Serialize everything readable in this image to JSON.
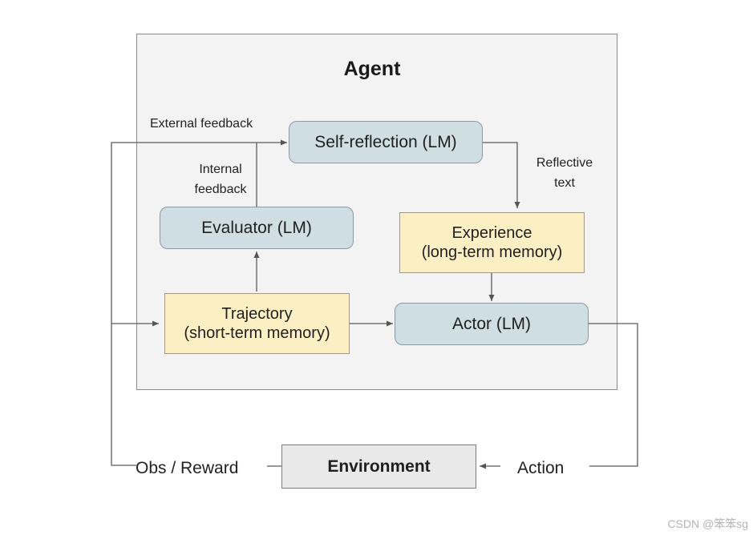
{
  "agent_title": "Agent",
  "nodes": {
    "self_reflection": "Self-reflection (LM)",
    "evaluator": "Evaluator (LM)",
    "experience_line1": "Experience",
    "experience_line2": "(long-term memory)",
    "trajectory_line1": "Trajectory",
    "trajectory_line2": "(short-term memory)",
    "actor": "Actor (LM)",
    "environment": "Environment"
  },
  "edge_labels": {
    "external_feedback": "External feedback",
    "internal_feedback_line1": "Internal",
    "internal_feedback_line2": "feedback",
    "reflective_text_line1": "Reflective",
    "reflective_text_line2": "text",
    "obs_reward": "Obs / Reward",
    "action": "Action"
  },
  "watermark": "CSDN @笨笨sg"
}
